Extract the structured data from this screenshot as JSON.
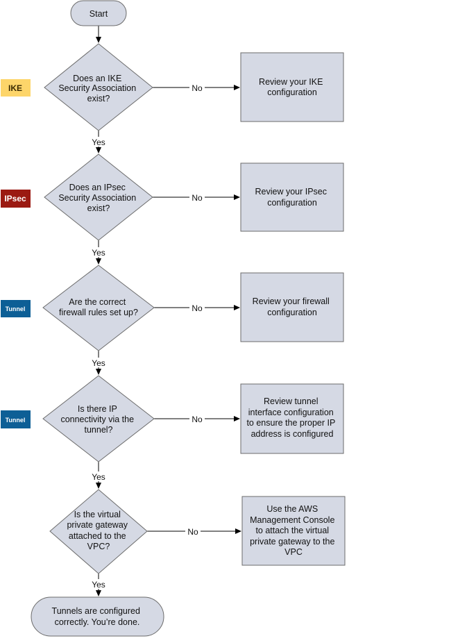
{
  "colors": {
    "shape_fill": "#d5d9e4",
    "shape_stroke": "#6b6b6b",
    "line": "#000000",
    "ike_tag": "#fdd56a",
    "ipsec_tag": "#9b1a12",
    "tunnel_tag": "#0d5f96"
  },
  "start": {
    "label": "Start"
  },
  "tags": [
    {
      "text": "IKE"
    },
    {
      "text": "IPsec"
    },
    {
      "text": "Tunnel"
    },
    {
      "text": "Tunnel"
    }
  ],
  "decisions": [
    {
      "lines": [
        "Does an IKE",
        "Security Association",
        "exist?"
      ]
    },
    {
      "lines": [
        "Does an IPsec",
        "Security Association",
        "exist?"
      ]
    },
    {
      "lines": [
        "Are the correct",
        "firewall rules set up?"
      ]
    },
    {
      "lines": [
        "Is there IP",
        "connectivity via the",
        "tunnel?"
      ]
    },
    {
      "lines": [
        "Is the virtual",
        "private gateway",
        "attached to the",
        "VPC?"
      ]
    }
  ],
  "actions": [
    {
      "lines": [
        "Review your IKE",
        "configuration"
      ]
    },
    {
      "lines": [
        "Review your IPsec",
        "configuration"
      ]
    },
    {
      "lines": [
        "Review your firewall",
        "configuration"
      ]
    },
    {
      "lines": [
        "Review tunnel",
        "interface configuration",
        "to ensure the proper IP",
        "address is configured"
      ]
    },
    {
      "lines": [
        "Use the AWS",
        "Management Console",
        "to attach the virtual",
        "private gateway to the",
        "VPC"
      ]
    }
  ],
  "edge_labels": {
    "no": "No",
    "yes": "Yes"
  },
  "end": {
    "lines": [
      "Tunnels are configured",
      "correctly. You’re done."
    ]
  }
}
